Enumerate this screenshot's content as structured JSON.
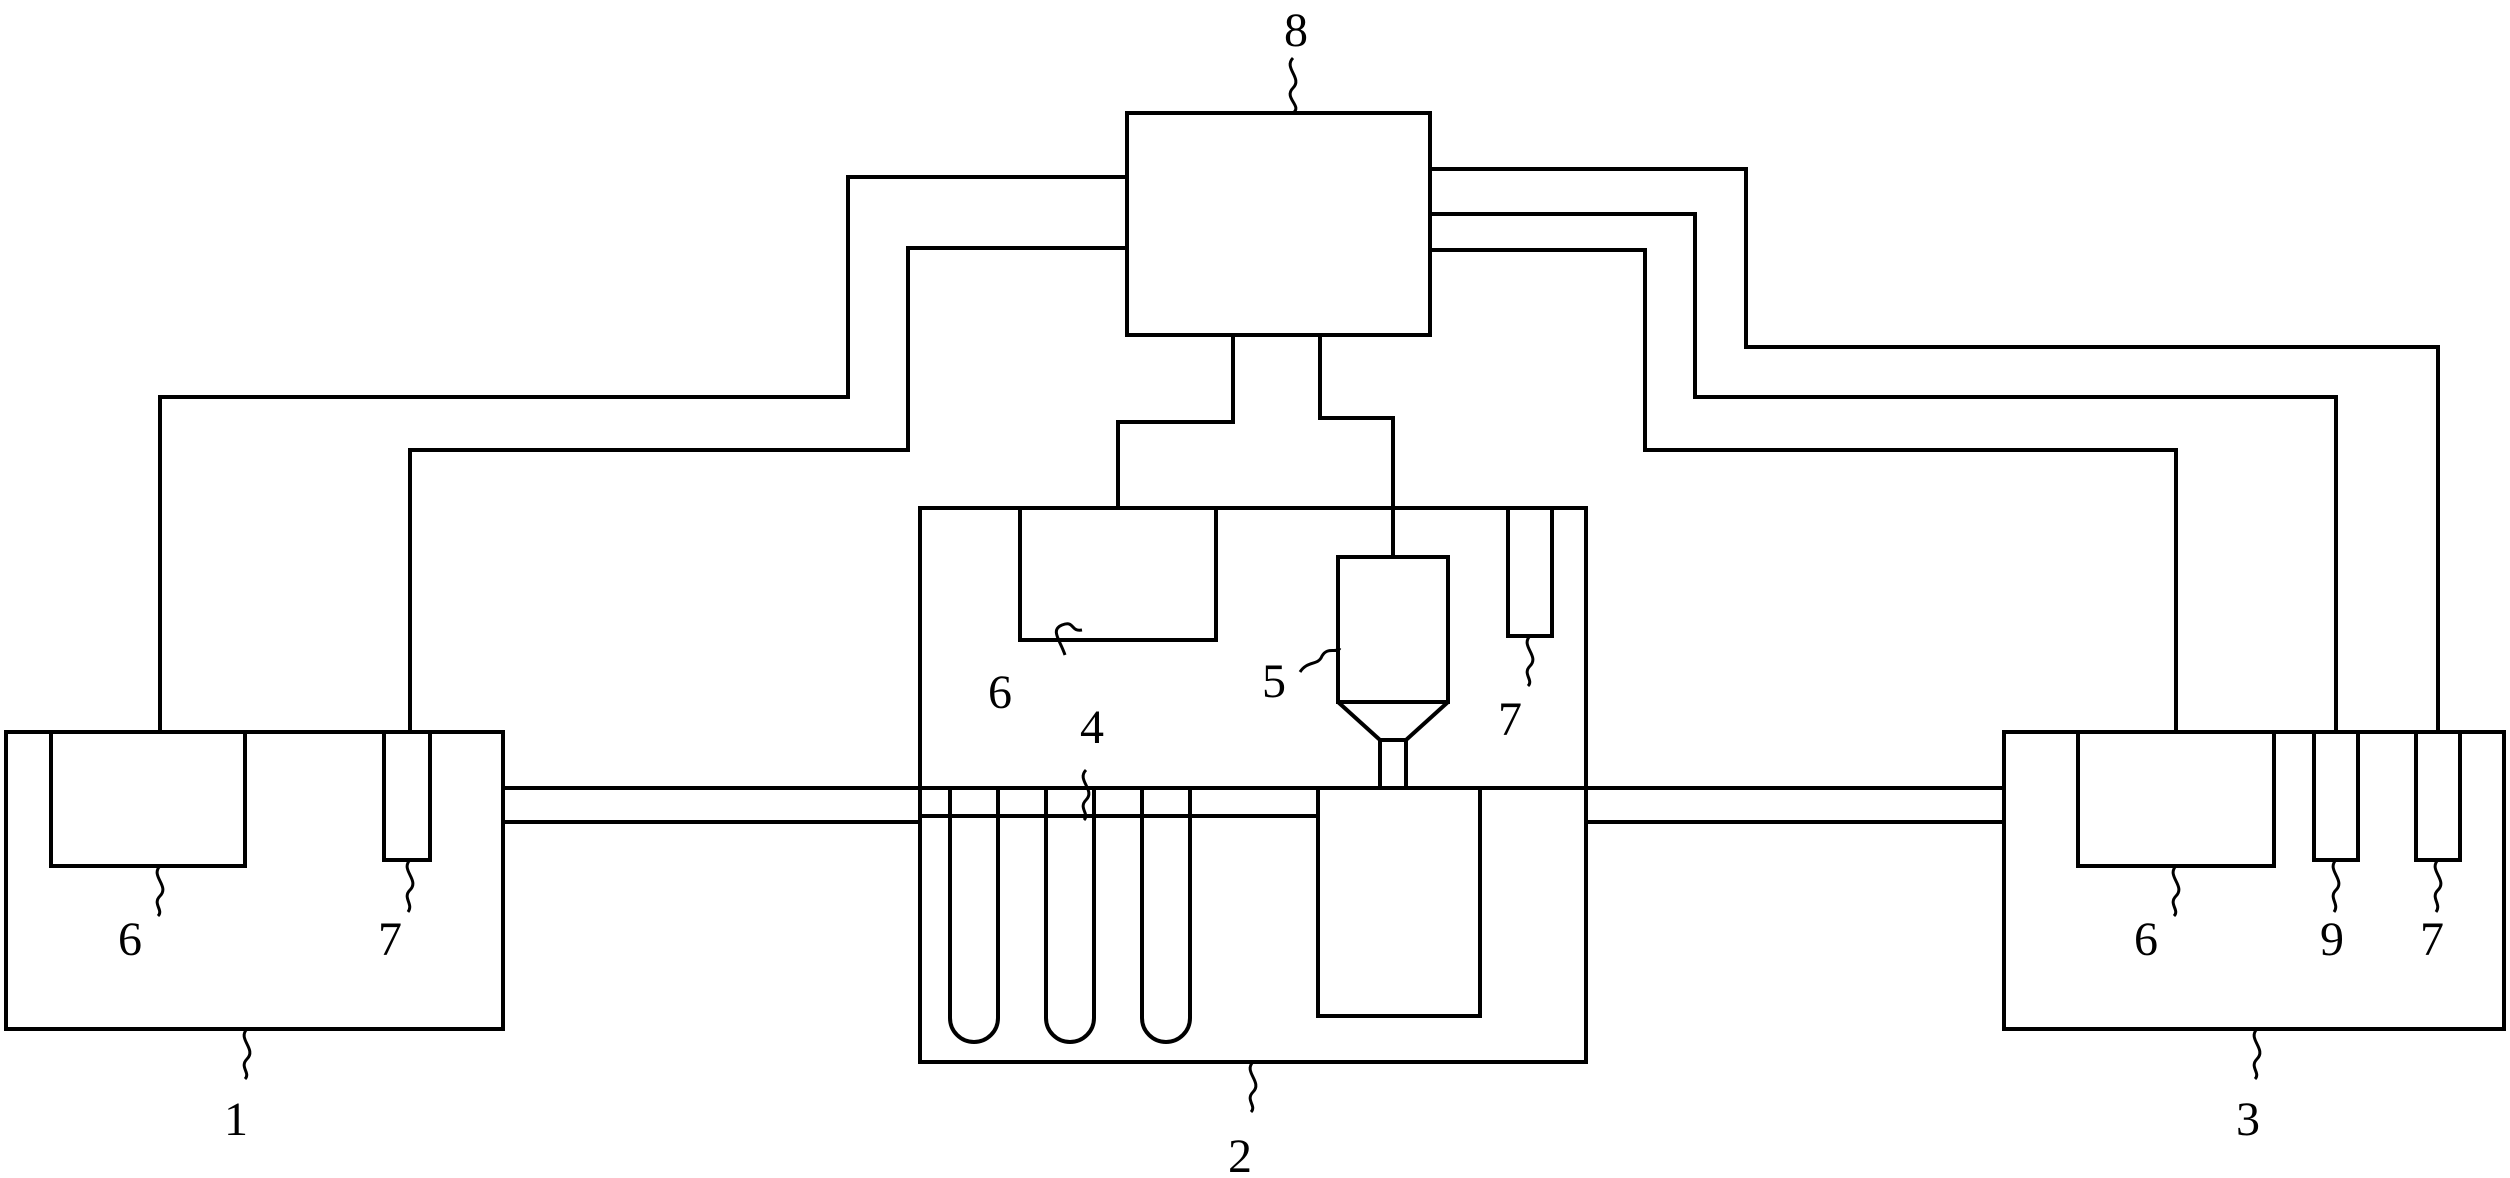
{
  "labels": {
    "tank_left": "1",
    "tank_center": "2",
    "tank_right": "3",
    "test_tubes": "4",
    "hopper": "5",
    "heater_left": "6",
    "heater_center": "6",
    "heater_right": "6",
    "sensor_left": "7",
    "sensor_center": "7",
    "sensor_right": "7",
    "sensor_right_extra": "9",
    "controller": "8"
  }
}
